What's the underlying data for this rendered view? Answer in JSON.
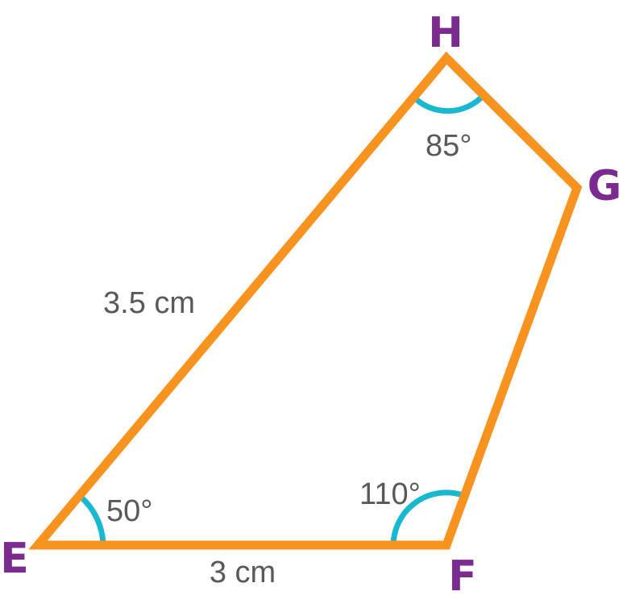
{
  "colors": {
    "edge": "#f7931e",
    "arc": "#19b8d0",
    "vertex_label": "#7b2a8f",
    "measure_label": "#595959"
  },
  "vertices": {
    "E": "E",
    "F": "F",
    "G": "G",
    "H": "H"
  },
  "angles": {
    "E": "50°",
    "F": "110°",
    "H": "85°"
  },
  "sides": {
    "EF": "3 cm",
    "EH": "3.5 cm"
  }
}
